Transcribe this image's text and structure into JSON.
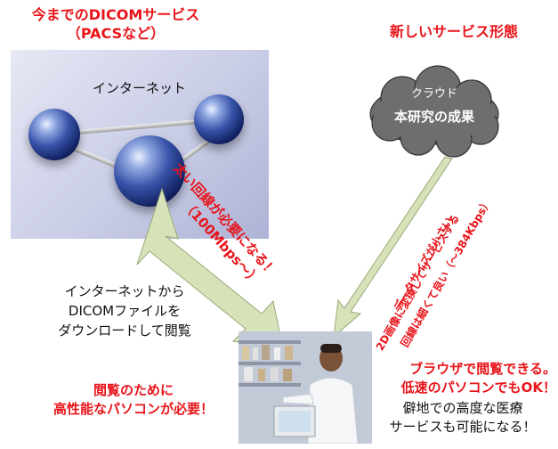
{
  "left": {
    "title_line1": "今までのDICOMサービス",
    "title_line2": "（PACSなど）",
    "internet_label": "インターネット",
    "fat_line_line1": "太い回線が必要になる！",
    "fat_line_line2": "（100Mbps～）",
    "download_line1": "インターネットから",
    "download_line2": "DICOMファイルを",
    "download_line3": "ダウンロードして閲覧",
    "need_pc_line1": "閲覧のために",
    "need_pc_line2": "高性能なパソコンが必要！"
  },
  "right": {
    "title": "新しいサービス形態",
    "cloud_label": "クラウド",
    "cloud_sub": "本研究の成果",
    "convert_line1": "2D画像に変換してサービスする",
    "convert_line2": "データサイズが小さい",
    "convert_line3": "回線は細くて良い（～384Kbps）",
    "browser_line1": "ブラウザで閲覧できる。",
    "browser_line2": "低速のパソコンでもOK！",
    "remote_line1": "僻地での高度な医療",
    "remote_line2": "サービスも可能になる！"
  },
  "colors": {
    "accent_red": "#e8141a",
    "arrow_fill": "#d6e2b8",
    "cloud_fill": "#6e6e6e"
  }
}
